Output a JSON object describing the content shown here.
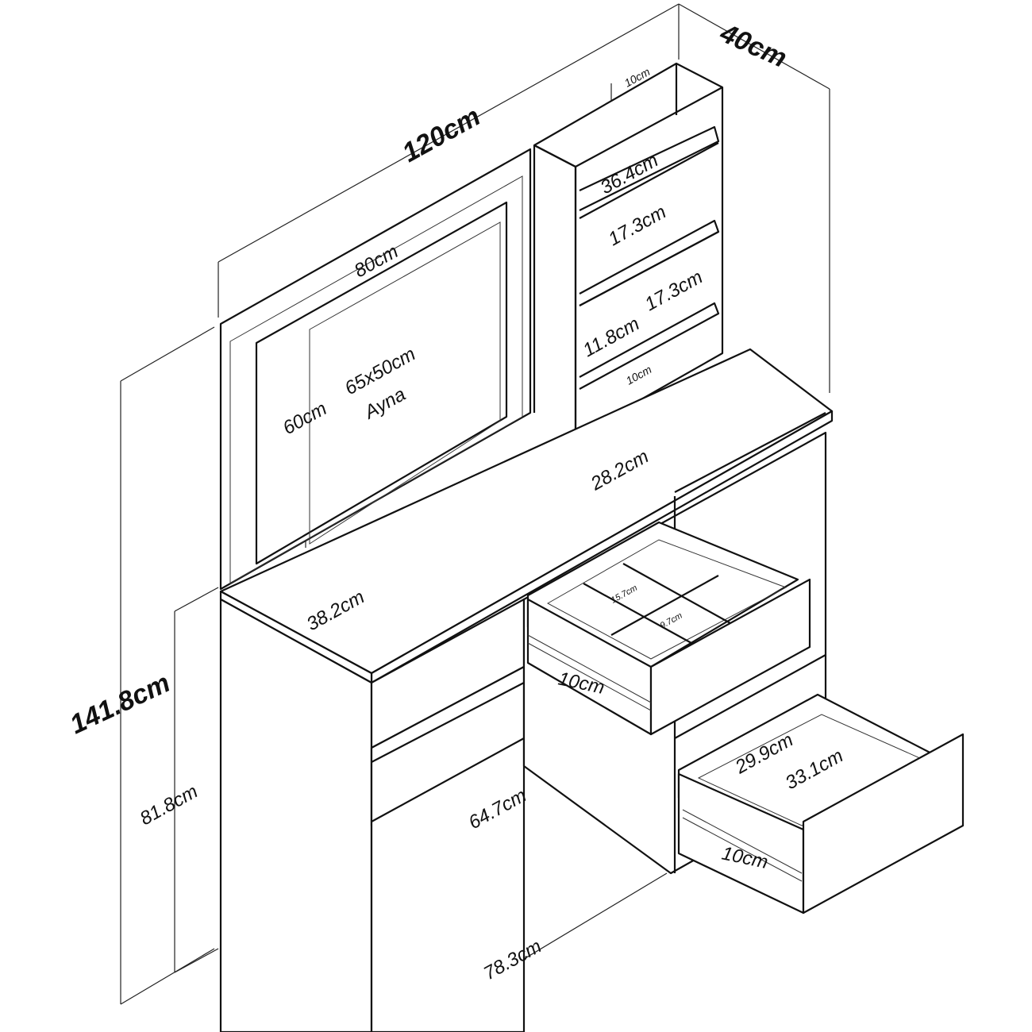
{
  "dimensions": {
    "total_width": "120cm",
    "total_depth": "40cm",
    "total_height": "141.8cm",
    "desk_height": "81.8cm",
    "mirror_panel_width": "80cm",
    "mirror_height": "60cm",
    "mirror_size": "65x50cm",
    "mirror_name": "Ayna",
    "shelf_top_gap": "10cm",
    "shelf_width": "36.4cm",
    "shelf_gap_1": "17.3cm",
    "shelf_gap_2": "17.3cm",
    "shelf_depth": "11.8cm",
    "shelf_bottom_gap": "10cm",
    "desk_right_depth": "28.2cm",
    "desk_depth": "38.2cm",
    "divider_length": "15.7cm",
    "divider_width": "9.7cm",
    "upper_drawer_height": "10cm",
    "knee_height": "64.7cm",
    "knee_width": "78.3cm",
    "lower_drawer_width": "29.9cm",
    "lower_drawer_depth": "33.1cm",
    "lower_drawer_height": "10cm"
  }
}
